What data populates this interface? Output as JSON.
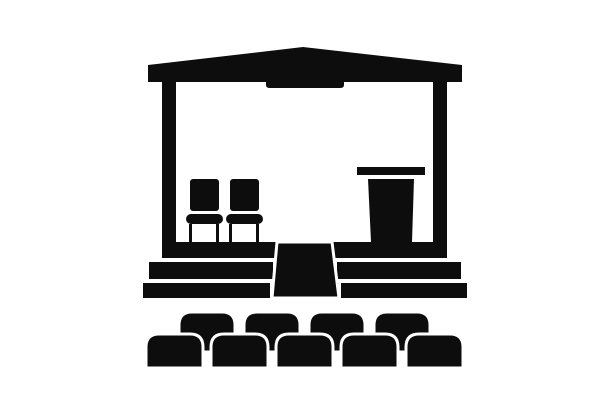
{
  "icon": {
    "name": "stage-auditorium-icon",
    "colors": {
      "foreground": "#0d0d0d",
      "background": "#ffffff"
    },
    "parts": [
      "roof",
      "stage-light",
      "pillars",
      "chairs",
      "podium",
      "ramp",
      "steps",
      "audience-seats"
    ],
    "chairs_on_stage": 2,
    "audience_rows": [
      4,
      5
    ]
  }
}
